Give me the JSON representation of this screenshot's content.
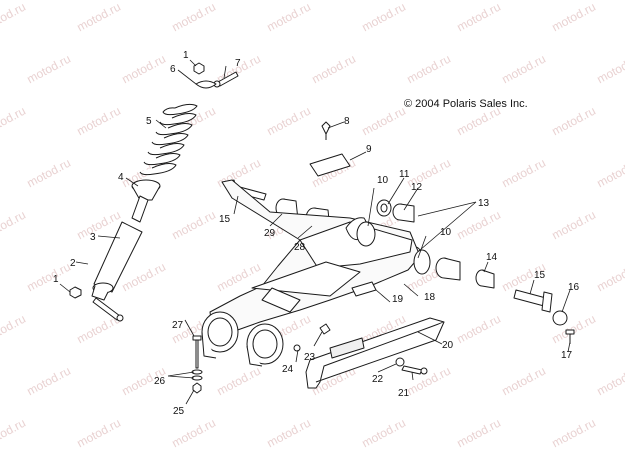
{
  "copyright": "© 2004 Polaris Sales Inc.",
  "watermark": "motod.ru",
  "callouts": {
    "c1a": "1",
    "c1b": "1",
    "c2": "2",
    "c3": "3",
    "c4": "4",
    "c5": "5",
    "c6": "6",
    "c7": "7",
    "c8": "8",
    "c9": "9",
    "c10a": "10",
    "c10b": "10",
    "c11": "11",
    "c12": "12",
    "c13": "13",
    "c14": "14",
    "c15a": "15",
    "c15b": "15",
    "c16": "16",
    "c17": "17",
    "c18": "18",
    "c19": "19",
    "c20": "20",
    "c21": "21",
    "c22": "22",
    "c23": "23",
    "c24": "24",
    "c25": "25",
    "c26": "26",
    "c27": "27",
    "c28": "28",
    "c29": "29"
  },
  "colors": {
    "line": "#1a1a1a",
    "fill": "#ffffff",
    "shade": "#d9d9d9",
    "watermark": "#e9d2d2"
  }
}
